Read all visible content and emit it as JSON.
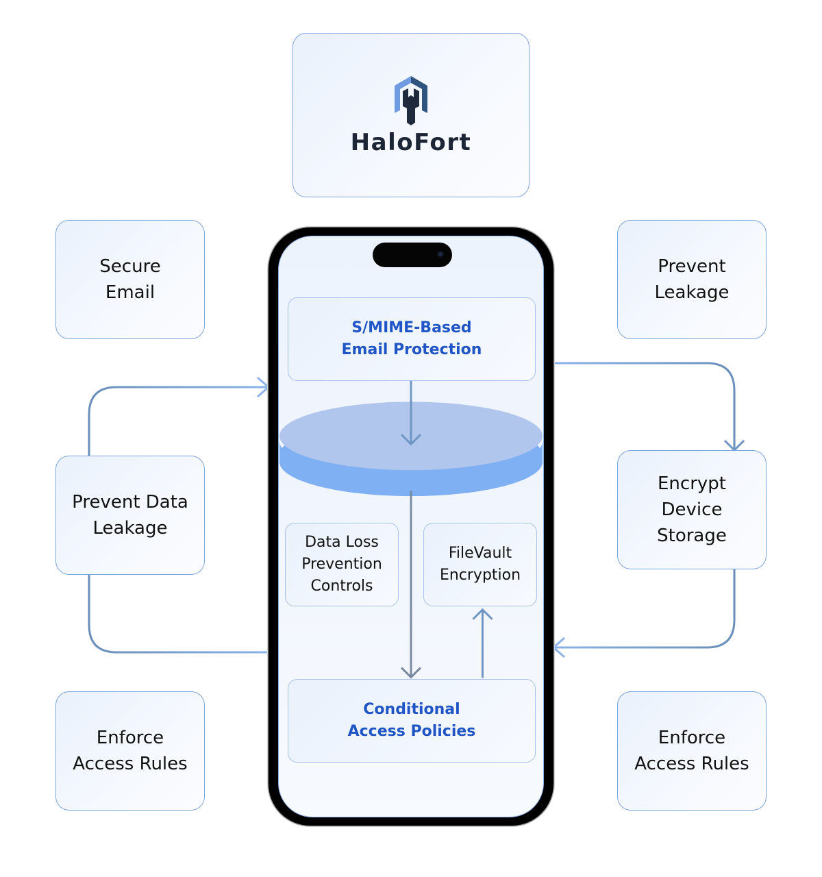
{
  "brand": {
    "name": "HaloFort",
    "logo_icon": "halofort-shield-logo-icon"
  },
  "side_cards": {
    "left": [
      {
        "label": "Secure\nEmail"
      },
      {
        "label": "Prevent Data\nLeakage"
      },
      {
        "label": "Enforce\nAccess Rules"
      }
    ],
    "right": [
      {
        "label": "Prevent\nLeakage"
      },
      {
        "label": "Encrypt\nDevice\nStorage"
      },
      {
        "label": "Enforce\nAccess Rules"
      }
    ]
  },
  "phone": {
    "cards": {
      "smime": "S/MIME-Based\nEmail Protection",
      "dlp": "Data Loss\nPrevention\nControls",
      "filevault": "FileVault\nEncryption",
      "conditional_access": "Conditional\nAccess Policies"
    }
  },
  "colors": {
    "primary_text": "#1f55c4",
    "connector": "#6f96c4",
    "disc_top": "#b1c6ec",
    "disc_side": "#7fb0f4",
    "card_border": "#7fa3dc",
    "brand_text": "#1c2637"
  }
}
